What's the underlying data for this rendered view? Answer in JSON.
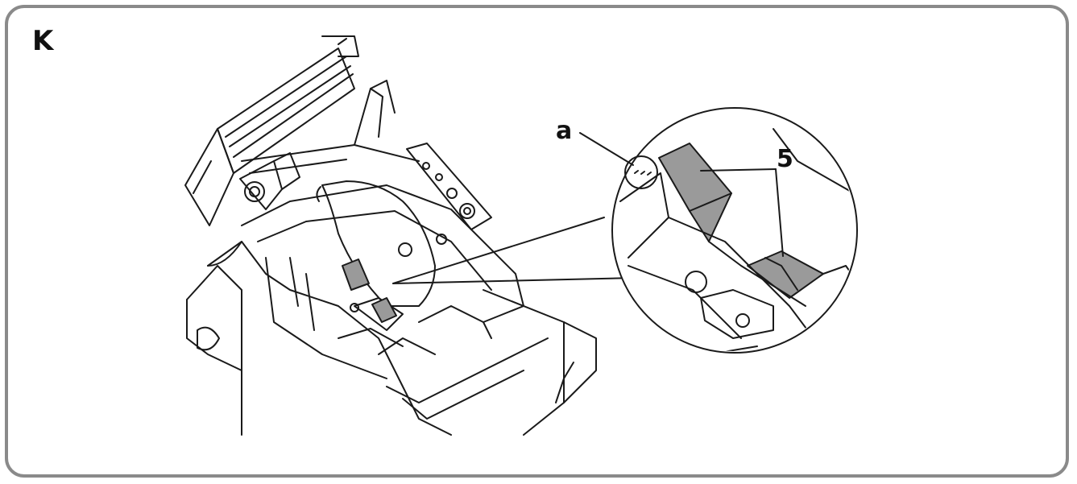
{
  "figure": {
    "panel_letter": "K",
    "callouts": {
      "a": "a",
      "five": "5"
    },
    "colors": {
      "frame": "#8a8a8a",
      "line": "#1a1a1a",
      "highlight": "#9a9a9a"
    }
  }
}
